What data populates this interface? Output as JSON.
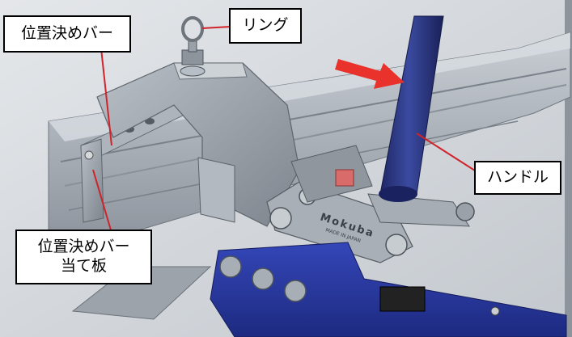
{
  "labels": {
    "positioning_bar": "位置決めバー",
    "ring": "リング",
    "handle": "ハンドル",
    "positioning_bar_plate_line1": "位置決めバー",
    "positioning_bar_plate_line2": "当て板"
  },
  "engraving": {
    "brand": "Mokuba",
    "sub": "MADE IN JAPAN"
  },
  "colors": {
    "leader_line": "#d0232a",
    "arrow": "#e8322b",
    "handle": "#2e3a86",
    "blue_base": "#2b3aa0",
    "metal": "#9aa1ab",
    "background": "#cfd3d8"
  }
}
